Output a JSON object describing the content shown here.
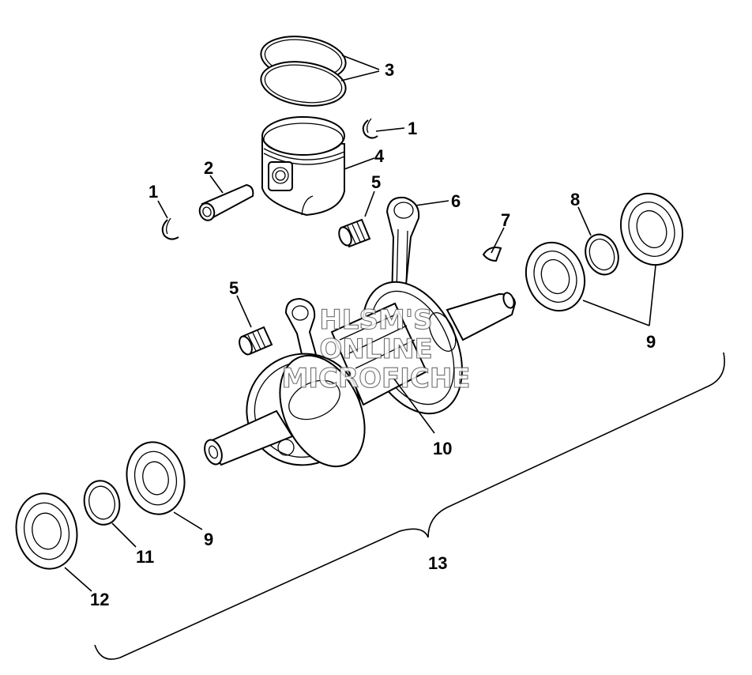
{
  "watermark": {
    "line1": "HLSM'S",
    "line2": "ONLINE",
    "line3": "MICROFICHE"
  },
  "callouts": {
    "c1_top": "1",
    "c1_left": "1",
    "c2": "2",
    "c3": "3",
    "c4": "4",
    "c5_top": "5",
    "c5_left": "5",
    "c6": "6",
    "c7": "7",
    "c8": "8",
    "c9_right": "9",
    "c9_left": "9",
    "c10": "10",
    "c11": "11",
    "c12": "12",
    "c13": "13"
  }
}
